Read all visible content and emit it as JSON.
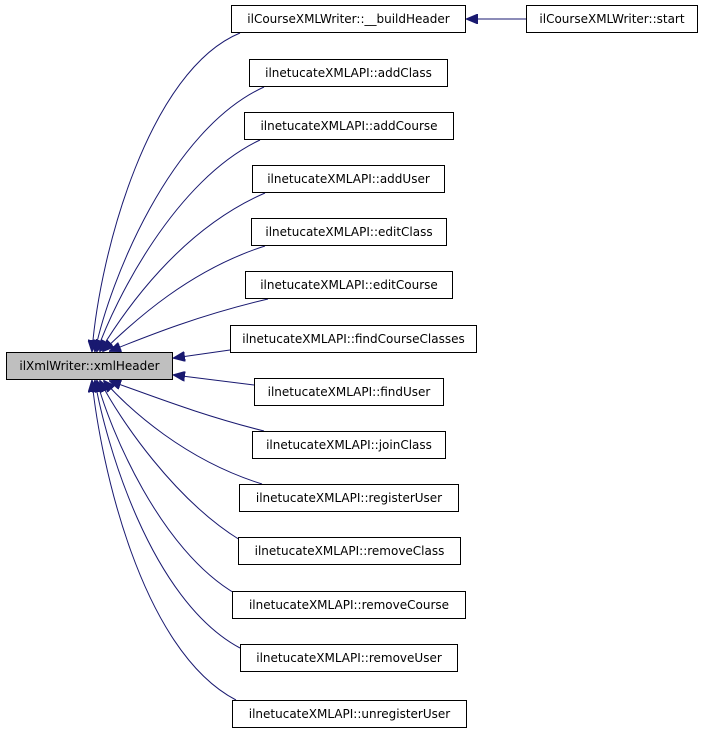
{
  "focus_node": {
    "label": "ilXmlWriter::xmlHeader",
    "fill": "#bfbfbf"
  },
  "callers": [
    {
      "label": "ilCourseXMLWriter::__buildHeader"
    },
    {
      "label": "ilnetucateXMLAPI::addClass"
    },
    {
      "label": "ilnetucateXMLAPI::addCourse"
    },
    {
      "label": "ilnetucateXMLAPI::addUser"
    },
    {
      "label": "ilnetucateXMLAPI::editClass"
    },
    {
      "label": "ilnetucateXMLAPI::editCourse"
    },
    {
      "label": "ilnetucateXMLAPI::findCourseClasses"
    },
    {
      "label": "ilnetucateXMLAPI::findUser"
    },
    {
      "label": "ilnetucateXMLAPI::joinClass"
    },
    {
      "label": "ilnetucateXMLAPI::registerUser"
    },
    {
      "label": "ilnetucateXMLAPI::removeClass"
    },
    {
      "label": "ilnetucateXMLAPI::removeCourse"
    },
    {
      "label": "ilnetucateXMLAPI::removeUser"
    },
    {
      "label": "ilnetucateXMLAPI::unregisterUser"
    }
  ],
  "second_level_callers": [
    {
      "label": "ilCourseXMLWriter::start",
      "calls": "ilCourseXMLWriter::__buildHeader"
    }
  ],
  "edge_color": "#191970"
}
